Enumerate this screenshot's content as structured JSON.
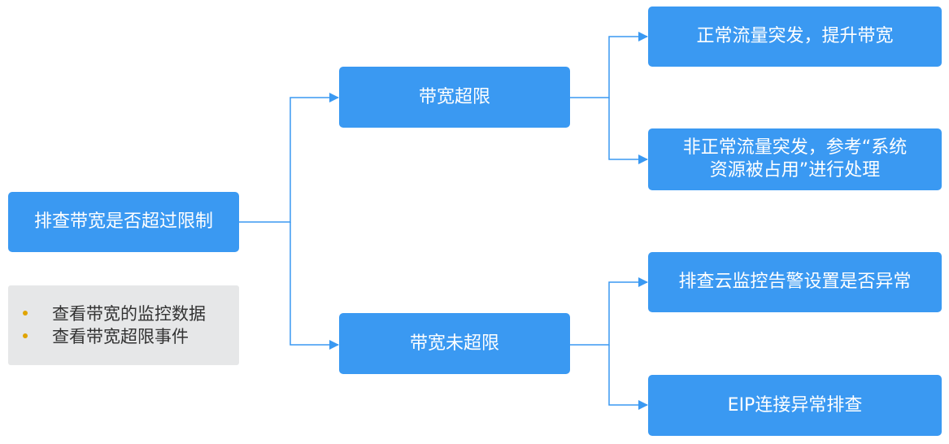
{
  "colors": {
    "node_fill": "#3a99f2",
    "node_text": "#ffffff",
    "connector": "#3a99f2",
    "note_background": "#e6e7e8",
    "bullet": "#e0a400"
  },
  "root": {
    "label": "排查带宽是否超过限制"
  },
  "branches": [
    {
      "label": "带宽超限",
      "children": [
        "正常流量突发，提升带宽",
        "非正常流量突发，参考“系统资源被占用”进行处理"
      ]
    },
    {
      "label": "带宽未超限",
      "children": [
        "排查云监控告警设置是否异常",
        "EIP连接异常排查"
      ]
    }
  ],
  "child_lines": {
    "line1": "非正常流量突发，参考“系统",
    "line2": "资源被占用”进行处理"
  },
  "notes": [
    "查看带宽的监控数据",
    "查看带宽超限事件"
  ]
}
